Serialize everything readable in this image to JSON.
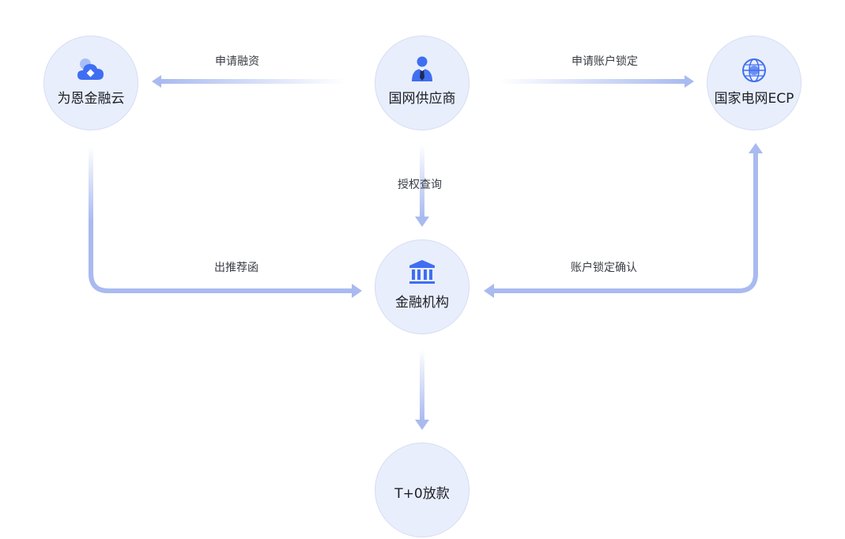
{
  "diagram": {
    "nodes": {
      "weien": {
        "label": "为恩金融云",
        "icon": "cloud-icon"
      },
      "supplier": {
        "label": "国网供应商",
        "icon": "person-icon"
      },
      "ecp": {
        "label": "国家电网ECP",
        "icon": "state-grid-logo-icon"
      },
      "bank": {
        "label": "金融机构",
        "icon": "bank-icon"
      },
      "loan": {
        "label": "T+0放款"
      }
    },
    "edges": {
      "apply_finance": "申请融资",
      "apply_lock": "申请账户锁定",
      "auth_query": "授权查询",
      "recommend": "出推荐函",
      "lock_confirm": "账户锁定确认"
    },
    "colors": {
      "node_fill": "#e9eefc",
      "arrow": "#a9baf0",
      "icon_blue": "#3f6ef2"
    }
  }
}
